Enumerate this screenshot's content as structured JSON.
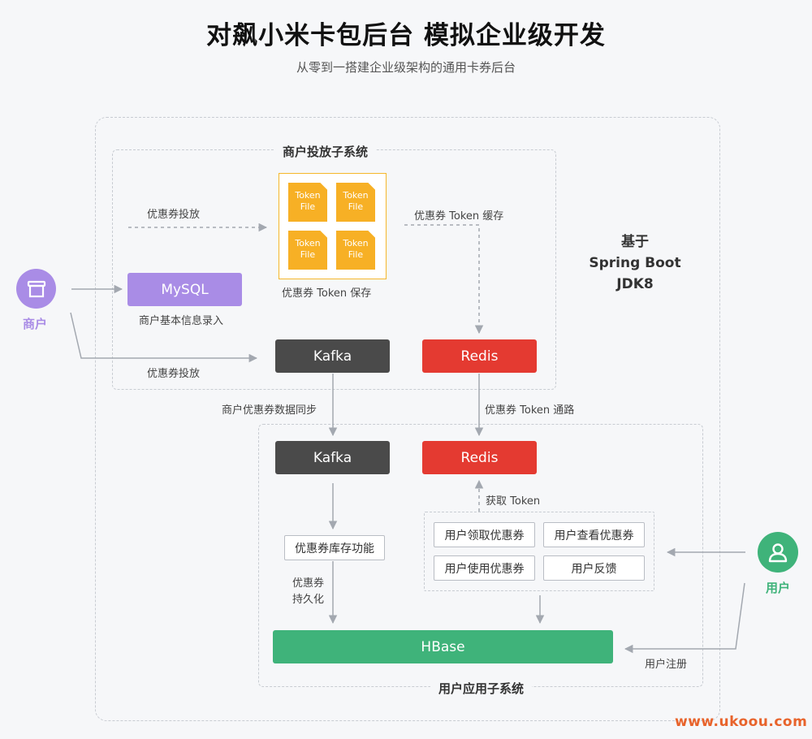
{
  "header": {
    "title": "对飙小米卡包后台 模拟企业级开发",
    "subtitle": "从零到一搭建企业级架构的通用卡券后台"
  },
  "merchant_system": {
    "label": "商户投放子系统",
    "mysql": "MySQL",
    "mysql_caption": "商户基本信息录入",
    "kafka": "Kafka",
    "redis": "Redis",
    "token_file_text": "Token File",
    "token_caption": "优惠券 Token 保存",
    "coupon_issue_top": "优惠券投放",
    "coupon_issue_bottom": "优惠券投放",
    "token_cache": "优惠券 Token 缓存"
  },
  "sync_labels": {
    "merchant_sync": "商户优惠券数据同步",
    "token_channel": "优惠券 Token 通路"
  },
  "user_system": {
    "label": "用户应用子系统",
    "kafka": "Kafka",
    "redis": "Redis",
    "get_token": "获取 Token",
    "inventory": "优惠券库存功能",
    "persist_line1": "优惠券",
    "persist_line2": "持久化",
    "functions": [
      "用户领取优惠券",
      "用户查看优惠券",
      "用户使用优惠券",
      "用户反馈"
    ],
    "hbase": "HBase",
    "user_register": "用户注册"
  },
  "actors": {
    "merchant": "商户",
    "user": "用户"
  },
  "base_note": {
    "line1": "基于",
    "line2": "Spring Boot",
    "line3": "JDK8"
  },
  "watermark": "www.ukoou.com",
  "colors": {
    "merchant_accent": "#a98ce6",
    "user_accent": "#3fb37a",
    "kafka": "#4a4a4a",
    "redis": "#e43a31",
    "hbase": "#3fb37a",
    "token": "#f7b025",
    "watermark": "#e8632b"
  },
  "icons": {
    "merchant": "storefront-icon",
    "user": "person-icon"
  }
}
